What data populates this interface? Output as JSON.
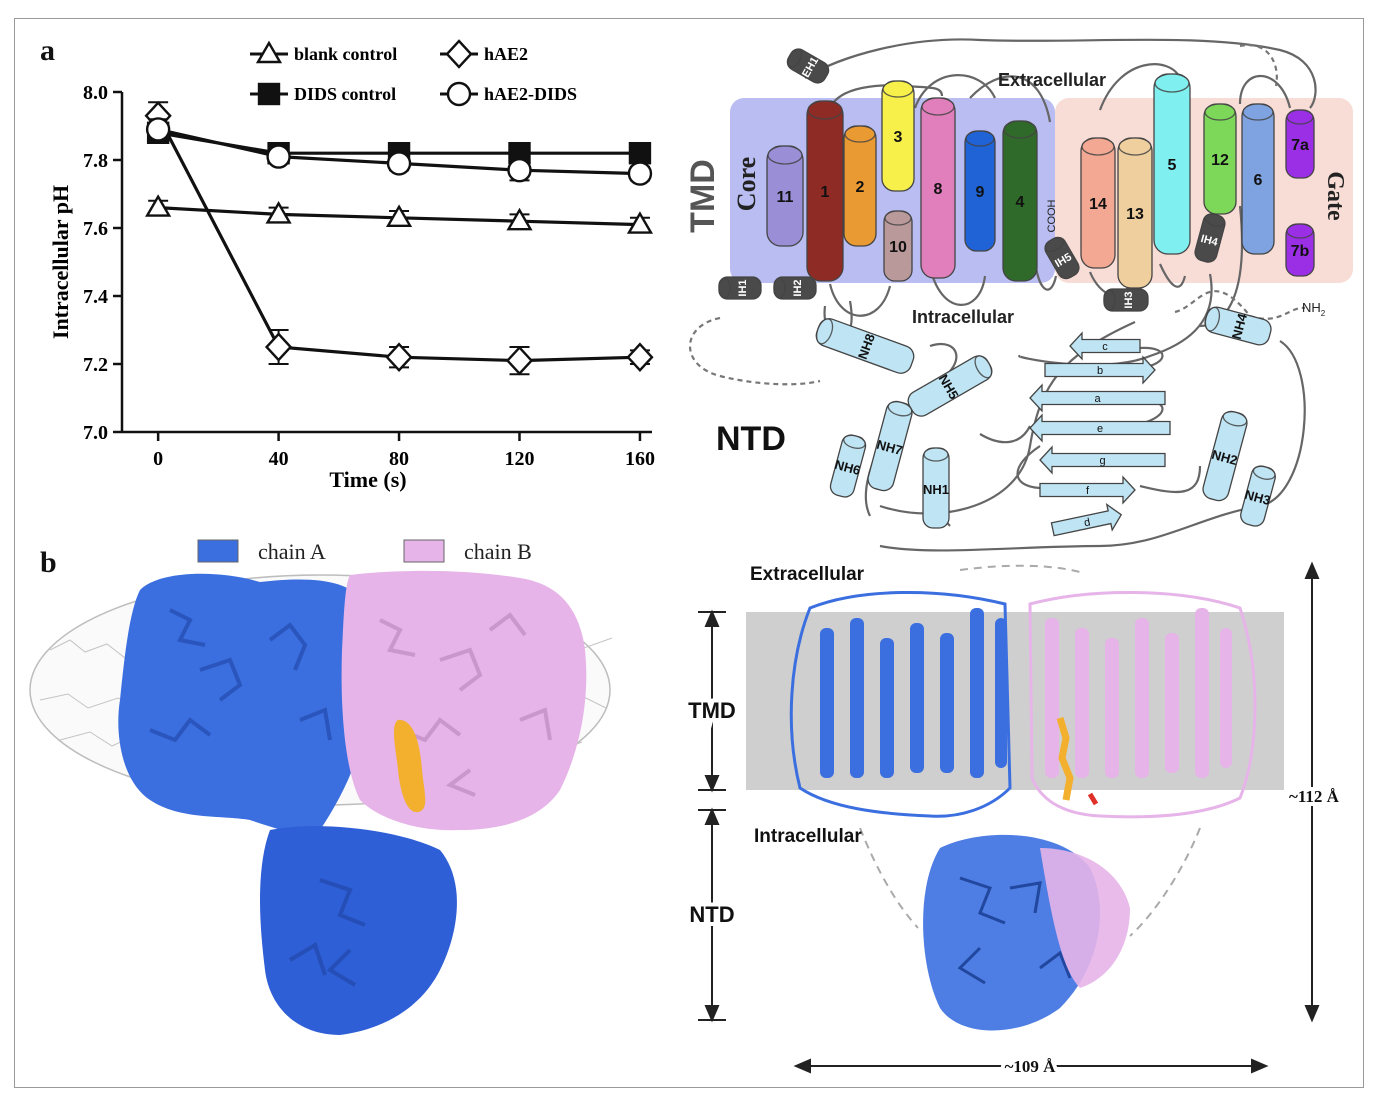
{
  "panels": {
    "a": "a",
    "b": "b"
  },
  "chart_data": {
    "type": "line",
    "xlabel": "Time (s)",
    "ylabel": "Intracellular pH",
    "x": [
      0,
      40,
      80,
      120,
      160
    ],
    "xlim": [
      -12,
      164
    ],
    "ylim": [
      7.0,
      8.0
    ],
    "xticks": [
      "0",
      "40",
      "80",
      "120",
      "160"
    ],
    "yticks": [
      "7.0",
      "7.2",
      "7.4",
      "7.6",
      "7.8",
      "8.0"
    ],
    "grid": false,
    "legend_position": "top",
    "series": [
      {
        "name": "blank control",
        "marker": "triangle",
        "values": [
          7.66,
          7.64,
          7.63,
          7.62,
          7.61
        ],
        "errors": [
          0.02,
          0.02,
          0.02,
          0.02,
          0.02
        ]
      },
      {
        "name": "DIDS control",
        "marker": "square",
        "values": [
          7.88,
          7.82,
          7.82,
          7.82,
          7.82
        ],
        "errors": [
          0.02,
          0.02,
          0.02,
          0.02,
          0.02
        ]
      },
      {
        "name": "hAE2",
        "marker": "diamond",
        "values": [
          7.93,
          7.25,
          7.22,
          7.21,
          7.22
        ],
        "errors": [
          0.04,
          0.05,
          0.03,
          0.04,
          0.02
        ]
      },
      {
        "name": "hAE2-DIDS",
        "marker": "circle",
        "values": [
          7.89,
          7.81,
          7.79,
          7.77,
          7.76
        ],
        "errors": [
          0.03,
          0.02,
          0.02,
          0.03,
          0.02
        ]
      }
    ]
  },
  "topology": {
    "regions": {
      "tmd": "TMD",
      "ntd": "NTD",
      "core": "Core",
      "gate": "Gate",
      "extracellular": "Extracellular",
      "intracellular": "Intracellular"
    },
    "terminals": {
      "cooh": "COOH",
      "nh2": "NH"
    },
    "colors": {
      "core_bg": "#b9bdf1",
      "gate_bg": "#f8dcd6",
      "helix_ntd": "#bfe4f3",
      "helix_dark": "#4a4a4a"
    },
    "core_helices": [
      "11",
      "1",
      "2",
      "3",
      "10",
      "8",
      "9",
      "4"
    ],
    "gate_helices": [
      "14",
      "13",
      "5",
      "12",
      "6",
      "7a",
      "7b"
    ],
    "short_helices": [
      "EH1",
      "IH1",
      "IH2",
      "IH3",
      "IH4",
      "IH5"
    ],
    "ntd_helices": [
      "NH1",
      "NH2",
      "NH3",
      "NH4",
      "NH5",
      "NH6",
      "NH7",
      "NH8"
    ],
    "strands": [
      "c",
      "b",
      "a",
      "e",
      "g",
      "f",
      "d"
    ]
  },
  "structure": {
    "legend": [
      {
        "label": "chain A",
        "color": "#3b6fe0"
      },
      {
        "label": "chain B",
        "color": "#e6b4e8"
      }
    ],
    "labels": {
      "extracellular": "Extracellular",
      "intracellular": "Intracellular",
      "tmd": "TMD",
      "ntd": "NTD",
      "height": "~112 Å",
      "width": "~109 Å"
    },
    "colors": {
      "chain_a": "#3b6fe0",
      "chain_b": "#e6b4e8",
      "ligand": "#f2b02e",
      "membrane": "#cfcfcf"
    }
  }
}
